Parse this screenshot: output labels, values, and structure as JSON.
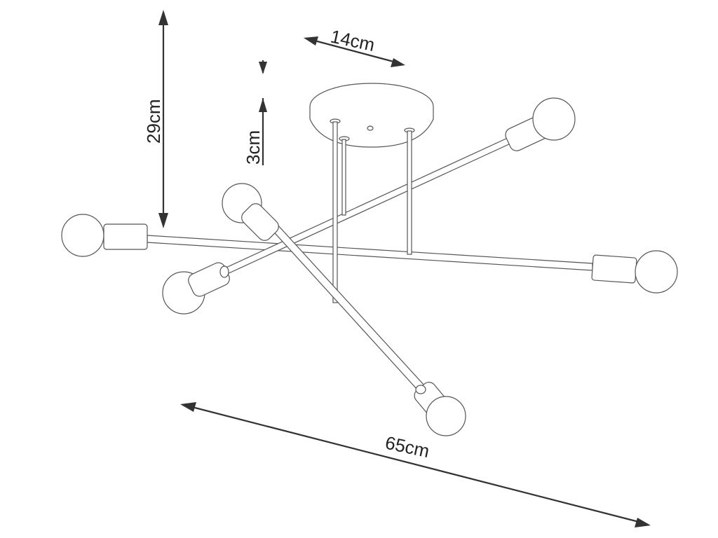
{
  "dimensions": {
    "height_total": "29cm",
    "canopy_height": "3cm",
    "canopy_diameter": "14cm",
    "width_total": "65cm"
  },
  "colors": {
    "line": "#555555",
    "arrow": "#333333",
    "background": "#ffffff"
  }
}
